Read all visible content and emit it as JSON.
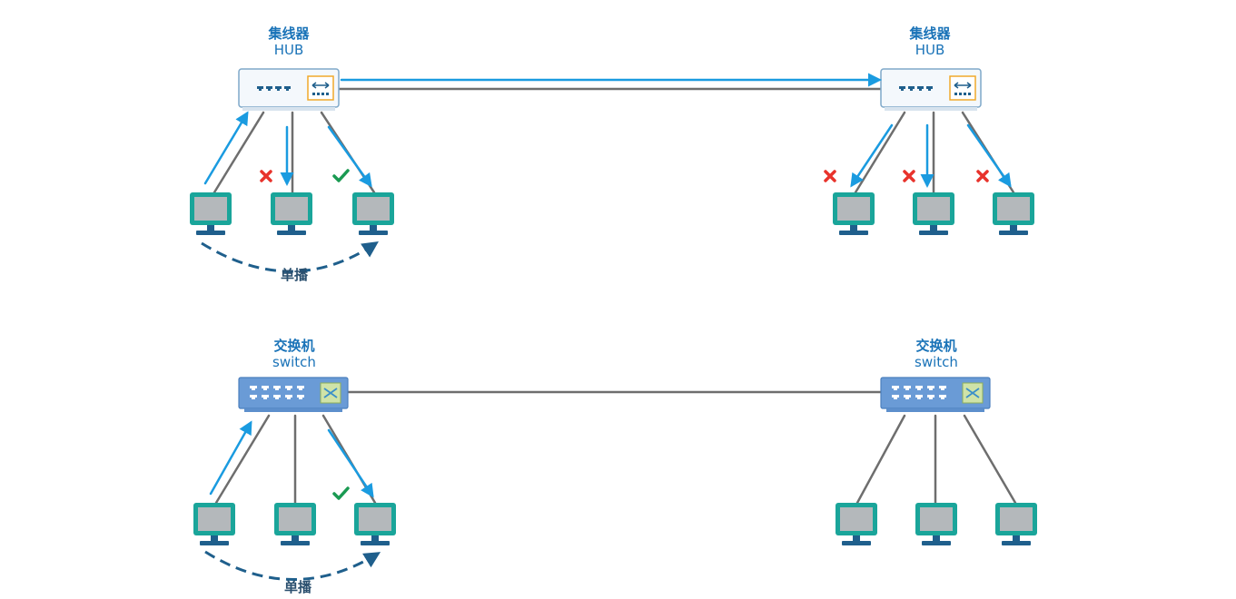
{
  "labels": {
    "hub_left": {
      "cn": "集线器",
      "en": "HUB"
    },
    "hub_right": {
      "cn": "集线器",
      "en": "HUB"
    },
    "switch_left": {
      "cn": "交换机",
      "en": "switch"
    },
    "switch_right": {
      "cn": "交换机",
      "en": "switch"
    },
    "unicast_top": "单播",
    "unicast_bottom": "单播"
  },
  "colors": {
    "accent_blue": "#1a9be0",
    "link_gray": "#6e6e6e",
    "monitor_teal": "#1aa59a",
    "monitor_screen": "#b4b8bb",
    "monitor_base": "#1f5f8c",
    "hub_body": "#f4f8fc",
    "hub_border": "#7ea8c9",
    "switch_body": "#6a9bd6",
    "switch_port": "#ffffff",
    "cross_red": "#e8332c",
    "check_green": "#1a9a52",
    "dashed_arc": "#1f5f8c"
  },
  "icons": [
    "hub-icon",
    "switch-icon",
    "computer-icon",
    "cross-icon",
    "check-icon",
    "dashed-arc-arrow"
  ]
}
